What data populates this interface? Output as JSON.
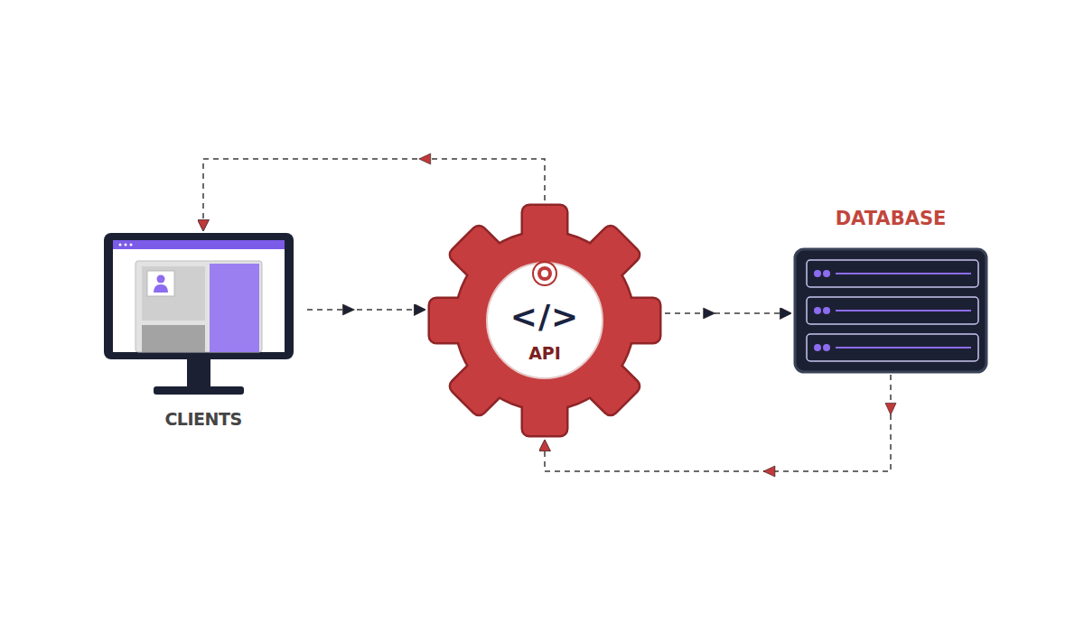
{
  "diagram": {
    "nodes": [
      {
        "text": [
          "CLIENTS"
        ]
      },
      {
        "text": [
          "</>",
          "API"
        ]
      },
      {
        "text": [
          "DATABASE"
        ]
      }
    ],
    "edges": [
      {
        "from": 0,
        "to": 1,
        "arrow": "to"
      },
      {
        "from": 1,
        "to": 2,
        "arrow": "to"
      },
      {
        "from": 2,
        "to": 1,
        "arrow": "to"
      },
      {
        "from": 1,
        "to": 0,
        "arrow": "to"
      }
    ]
  }
}
